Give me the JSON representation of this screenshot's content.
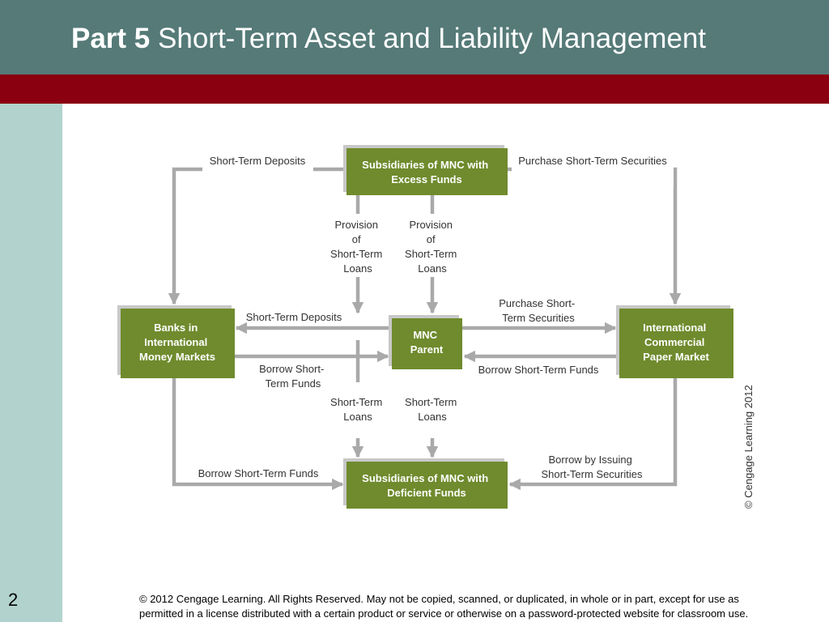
{
  "title": {
    "part": "Part 5",
    "text": "Short-Term Asset and Liability Management"
  },
  "slide_number": "2",
  "footer": {
    "line1": "© 2012 Cengage Learning. All Rights Reserved. May not be copied, scanned, or duplicated, in whole or in part, except for use as",
    "line2": "permitted in a license distributed with a certain product or service or otherwise on a password-protected website for classroom use."
  },
  "diagram": {
    "colors": {
      "box": "#6f8b2d",
      "box_shadow": "#c8c8c8",
      "arrow": "#a9a9a9",
      "label": "#333333"
    },
    "boxes": {
      "excess": [
        "Subsidiaries of MNC with",
        "Excess Funds"
      ],
      "banks": [
        "Banks in",
        "International",
        "Money Markets"
      ],
      "parent": [
        "MNC",
        "Parent"
      ],
      "icpm": [
        "International",
        "Commercial",
        "Paper Market"
      ],
      "deficient": [
        "Subsidiaries of MNC with",
        "Deficient Funds"
      ]
    },
    "labels": {
      "top_left": [
        "Short-Term Deposits"
      ],
      "top_right": [
        "Purchase Short-Term Securities"
      ],
      "prov_left": [
        "Provision",
        "of",
        "Short-Term",
        "Loans"
      ],
      "prov_right": [
        "Provision",
        "of",
        "Short-Term",
        "Loans"
      ],
      "mid_deposits": [
        "Short-Term Deposits"
      ],
      "mid_purchase": [
        "Purchase Short-",
        "Term Securities"
      ],
      "mid_borrow_left": [
        "Borrow Short-",
        "Term Funds"
      ],
      "mid_borrow_right": [
        "Borrow Short-Term Funds"
      ],
      "loans_left": [
        "Short-Term",
        "Loans"
      ],
      "loans_right": [
        "Short-Term",
        "Loans"
      ],
      "bottom_left": [
        "Borrow Short-Term Funds"
      ],
      "bottom_right": [
        "Borrow by Issuing",
        "Short-Term Securities"
      ]
    },
    "copyright": "© Cengage Learning 2012"
  }
}
